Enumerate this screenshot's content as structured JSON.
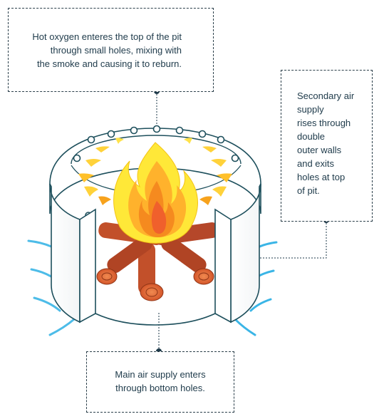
{
  "callouts": {
    "top": {
      "line1": "Hot oxygen enteres the top of the pit",
      "line2": "through small holes, mixing with",
      "line3": "the smoke and causing it to reburn."
    },
    "right": {
      "line1": "Secondary air",
      "line2": "supply",
      "line3": "rises through",
      "line4": "double",
      "line5": "outer walls",
      "line6": "and exits",
      "line7": "holes at top",
      "line8": "of pit."
    },
    "bottom": {
      "line1": "Main air supply enters",
      "line2": "through bottom holes."
    }
  },
  "colors": {
    "pit_outline": "#1d4f5c",
    "connector": "#1e3a4a",
    "log": "#c2502a",
    "log_dark": "#8f3516",
    "flame_outer": "#ffe838",
    "flame_mid": "#ffb22c",
    "flame_inner": "#f0602c",
    "air_blue": "#3ab5e6",
    "air_orange": "#f58a1f"
  }
}
